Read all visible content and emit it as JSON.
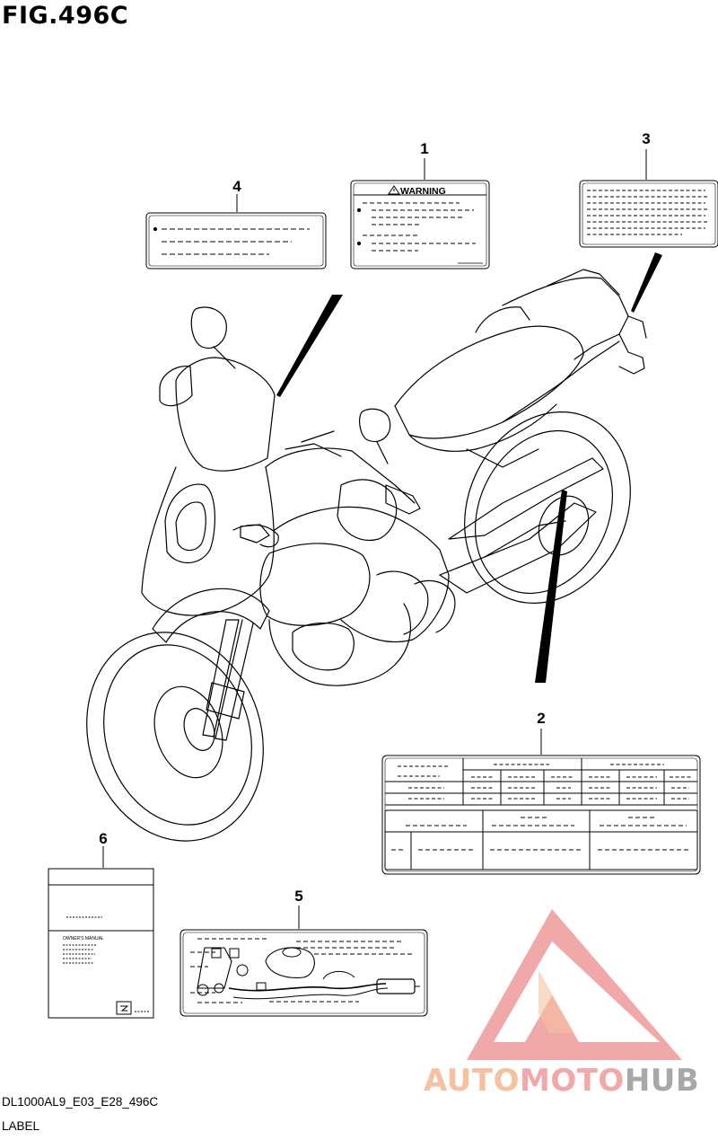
{
  "figure": {
    "title": "FIG.496C",
    "code": "DL1000AL9_E03_E28_496C",
    "caption": "LABEL"
  },
  "callouts": [
    "1",
    "2",
    "3",
    "4",
    "5",
    "6"
  ],
  "warning_label": {
    "header": "WARNING"
  },
  "manual": {
    "cover_text": "OWNER'S MANUAL"
  },
  "watermark": {
    "part1": "AUTO",
    "part2": "MOTO",
    "part3": "HUB",
    "color_orange": "#f5c1a0",
    "color_red": "#f0a8a8",
    "color_gray": "#a8a8a8"
  }
}
